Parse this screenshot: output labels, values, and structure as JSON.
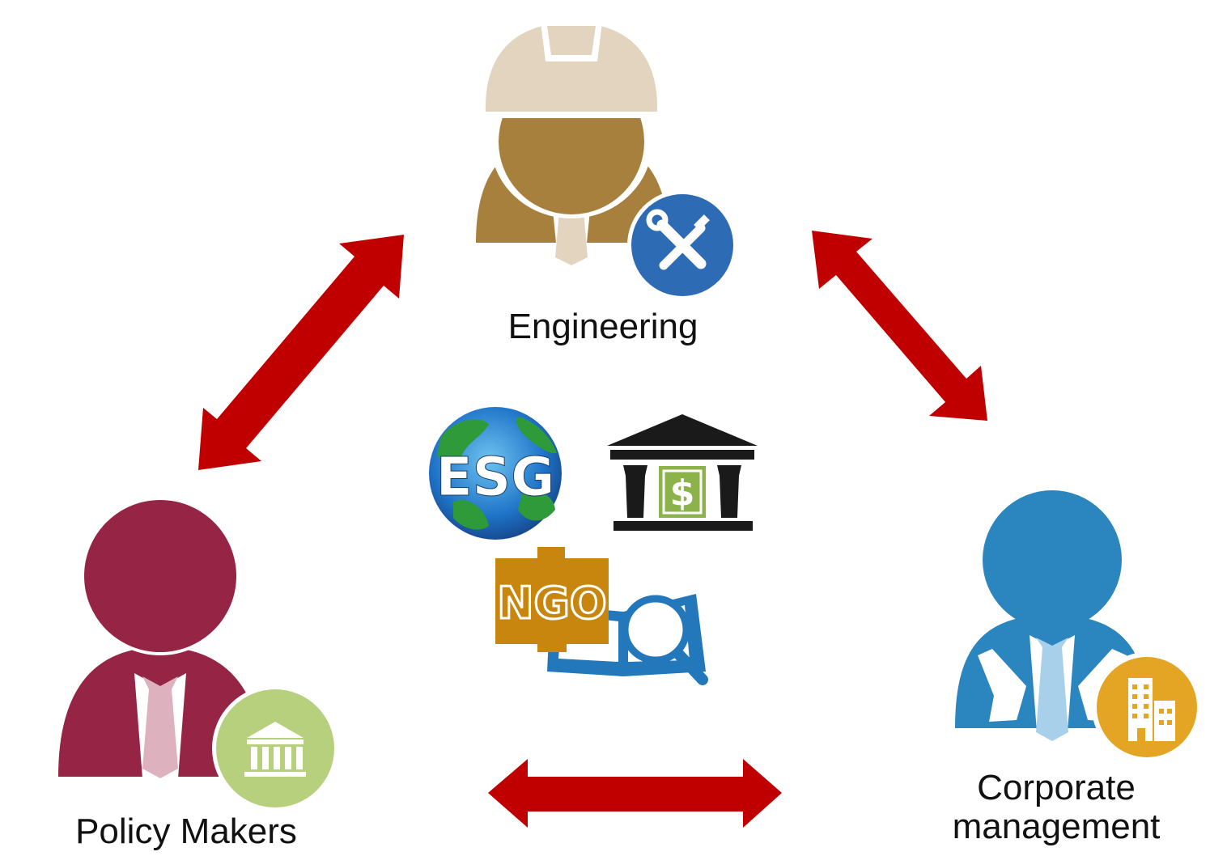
{
  "nodes": {
    "engineering": {
      "label": "Engineering",
      "color": "#A8803E",
      "light": "#E2D4BE",
      "badge_color": "#2E6BB5",
      "badge_icon": "wrench-screwdriver-icon"
    },
    "policy": {
      "label": "Policy Makers",
      "color": "#962445",
      "light": "#DDB2BE",
      "badge_color": "#B6D07E",
      "badge_icon": "government-building-icon"
    },
    "corporate": {
      "label": "Corporate\nmanagement",
      "color": "#2B86BF",
      "light": "#A9D0EA",
      "badge_color": "#E4A424",
      "badge_icon": "office-building-icon"
    }
  },
  "center": {
    "esg_text": "ESG",
    "ngo_text": "NGO",
    "bank_symbol": "$"
  },
  "colors": {
    "arrow": "#C00000",
    "ngo": "#C8860E",
    "book": "#2377BB"
  }
}
